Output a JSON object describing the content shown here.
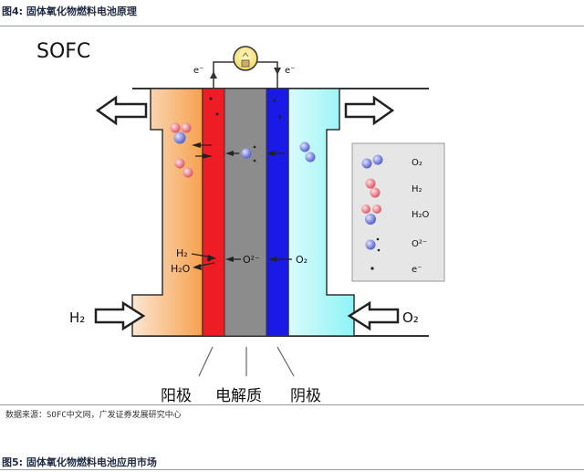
{
  "figure_top": {
    "caption": "图4: 固体氧化物燃料电池原理"
  },
  "diagram": {
    "title": "SOFC",
    "electron_left": "e⁻",
    "electron_right": "e⁻",
    "bulb_icon": "light-bulb-icon",
    "left_fuel": "H₂",
    "right_oxidant": "O₂",
    "reaction": {
      "h2": "H₂",
      "h2o": "H₂O",
      "o_ion_center": "O²⁻",
      "o_ion_top": "",
      "o2": "O₂"
    },
    "labels": {
      "anode": "阳极",
      "electrolyte": "电解质",
      "cathode": "阴极"
    },
    "legend": [
      {
        "symbol": "o2-molecule",
        "label": "O₂"
      },
      {
        "symbol": "h2-molecule",
        "label": "H₂"
      },
      {
        "symbol": "h2o-molecule",
        "label": "H₂O"
      },
      {
        "symbol": "oxide-ion",
        "label": "O²⁻"
      },
      {
        "symbol": "electron",
        "label": "e⁻"
      }
    ],
    "colors": {
      "anode": "#ee1c24",
      "electrolyte": "#8c8c8c",
      "cathode": "#1a1ae6",
      "fuel_gradient_start": "#f6a14e",
      "oxidant_gradient_end": "#8ff3f5",
      "oxygen_atom": "#5b6ad8",
      "hydrogen_atom": "#e8707a"
    }
  },
  "source": "数据来源：SOFC中文网，广发证券发展研究中心",
  "figure_bottom": {
    "caption": "图5: 固体氧化物燃料电池应用市场"
  }
}
